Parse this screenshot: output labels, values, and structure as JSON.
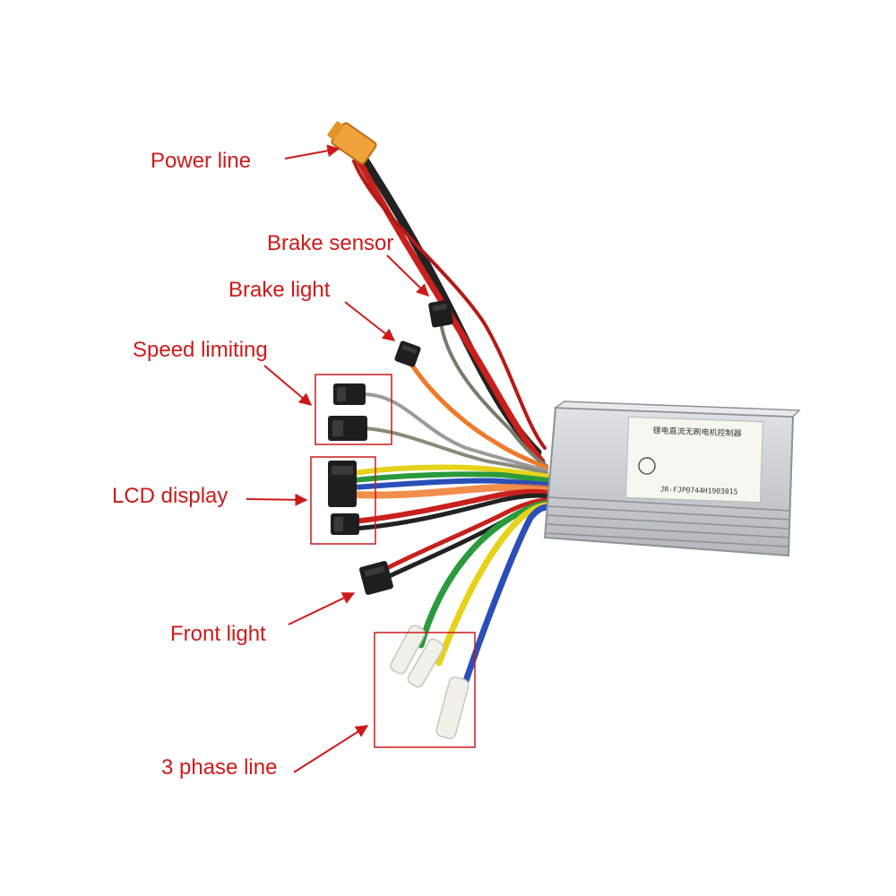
{
  "labels": {
    "power_line": "Power line",
    "brake_sensor": "Brake sensor",
    "brake_light": "Brake light",
    "speed_limiting": "Speed limiting",
    "lcd_display": "LCD display",
    "front_light": "Front light",
    "three_phase_line": "3 phase line"
  },
  "controller_label": {
    "title": "锂电直流无刷电机控制器",
    "serial": "JR-FJP0744H1903015"
  },
  "colors": {
    "annotation": "#cc1a1a",
    "housing": "#c9ccd0",
    "wire_red": "#c8201c",
    "wire_black": "#222222",
    "wire_orange": "#ee7a2c",
    "wire_green": "#2a9a3c",
    "wire_yellow": "#e6d21a",
    "wire_blue": "#2b4fb8",
    "wire_gray": "#9a9a9a",
    "connector_xt": "#f2a23a"
  }
}
